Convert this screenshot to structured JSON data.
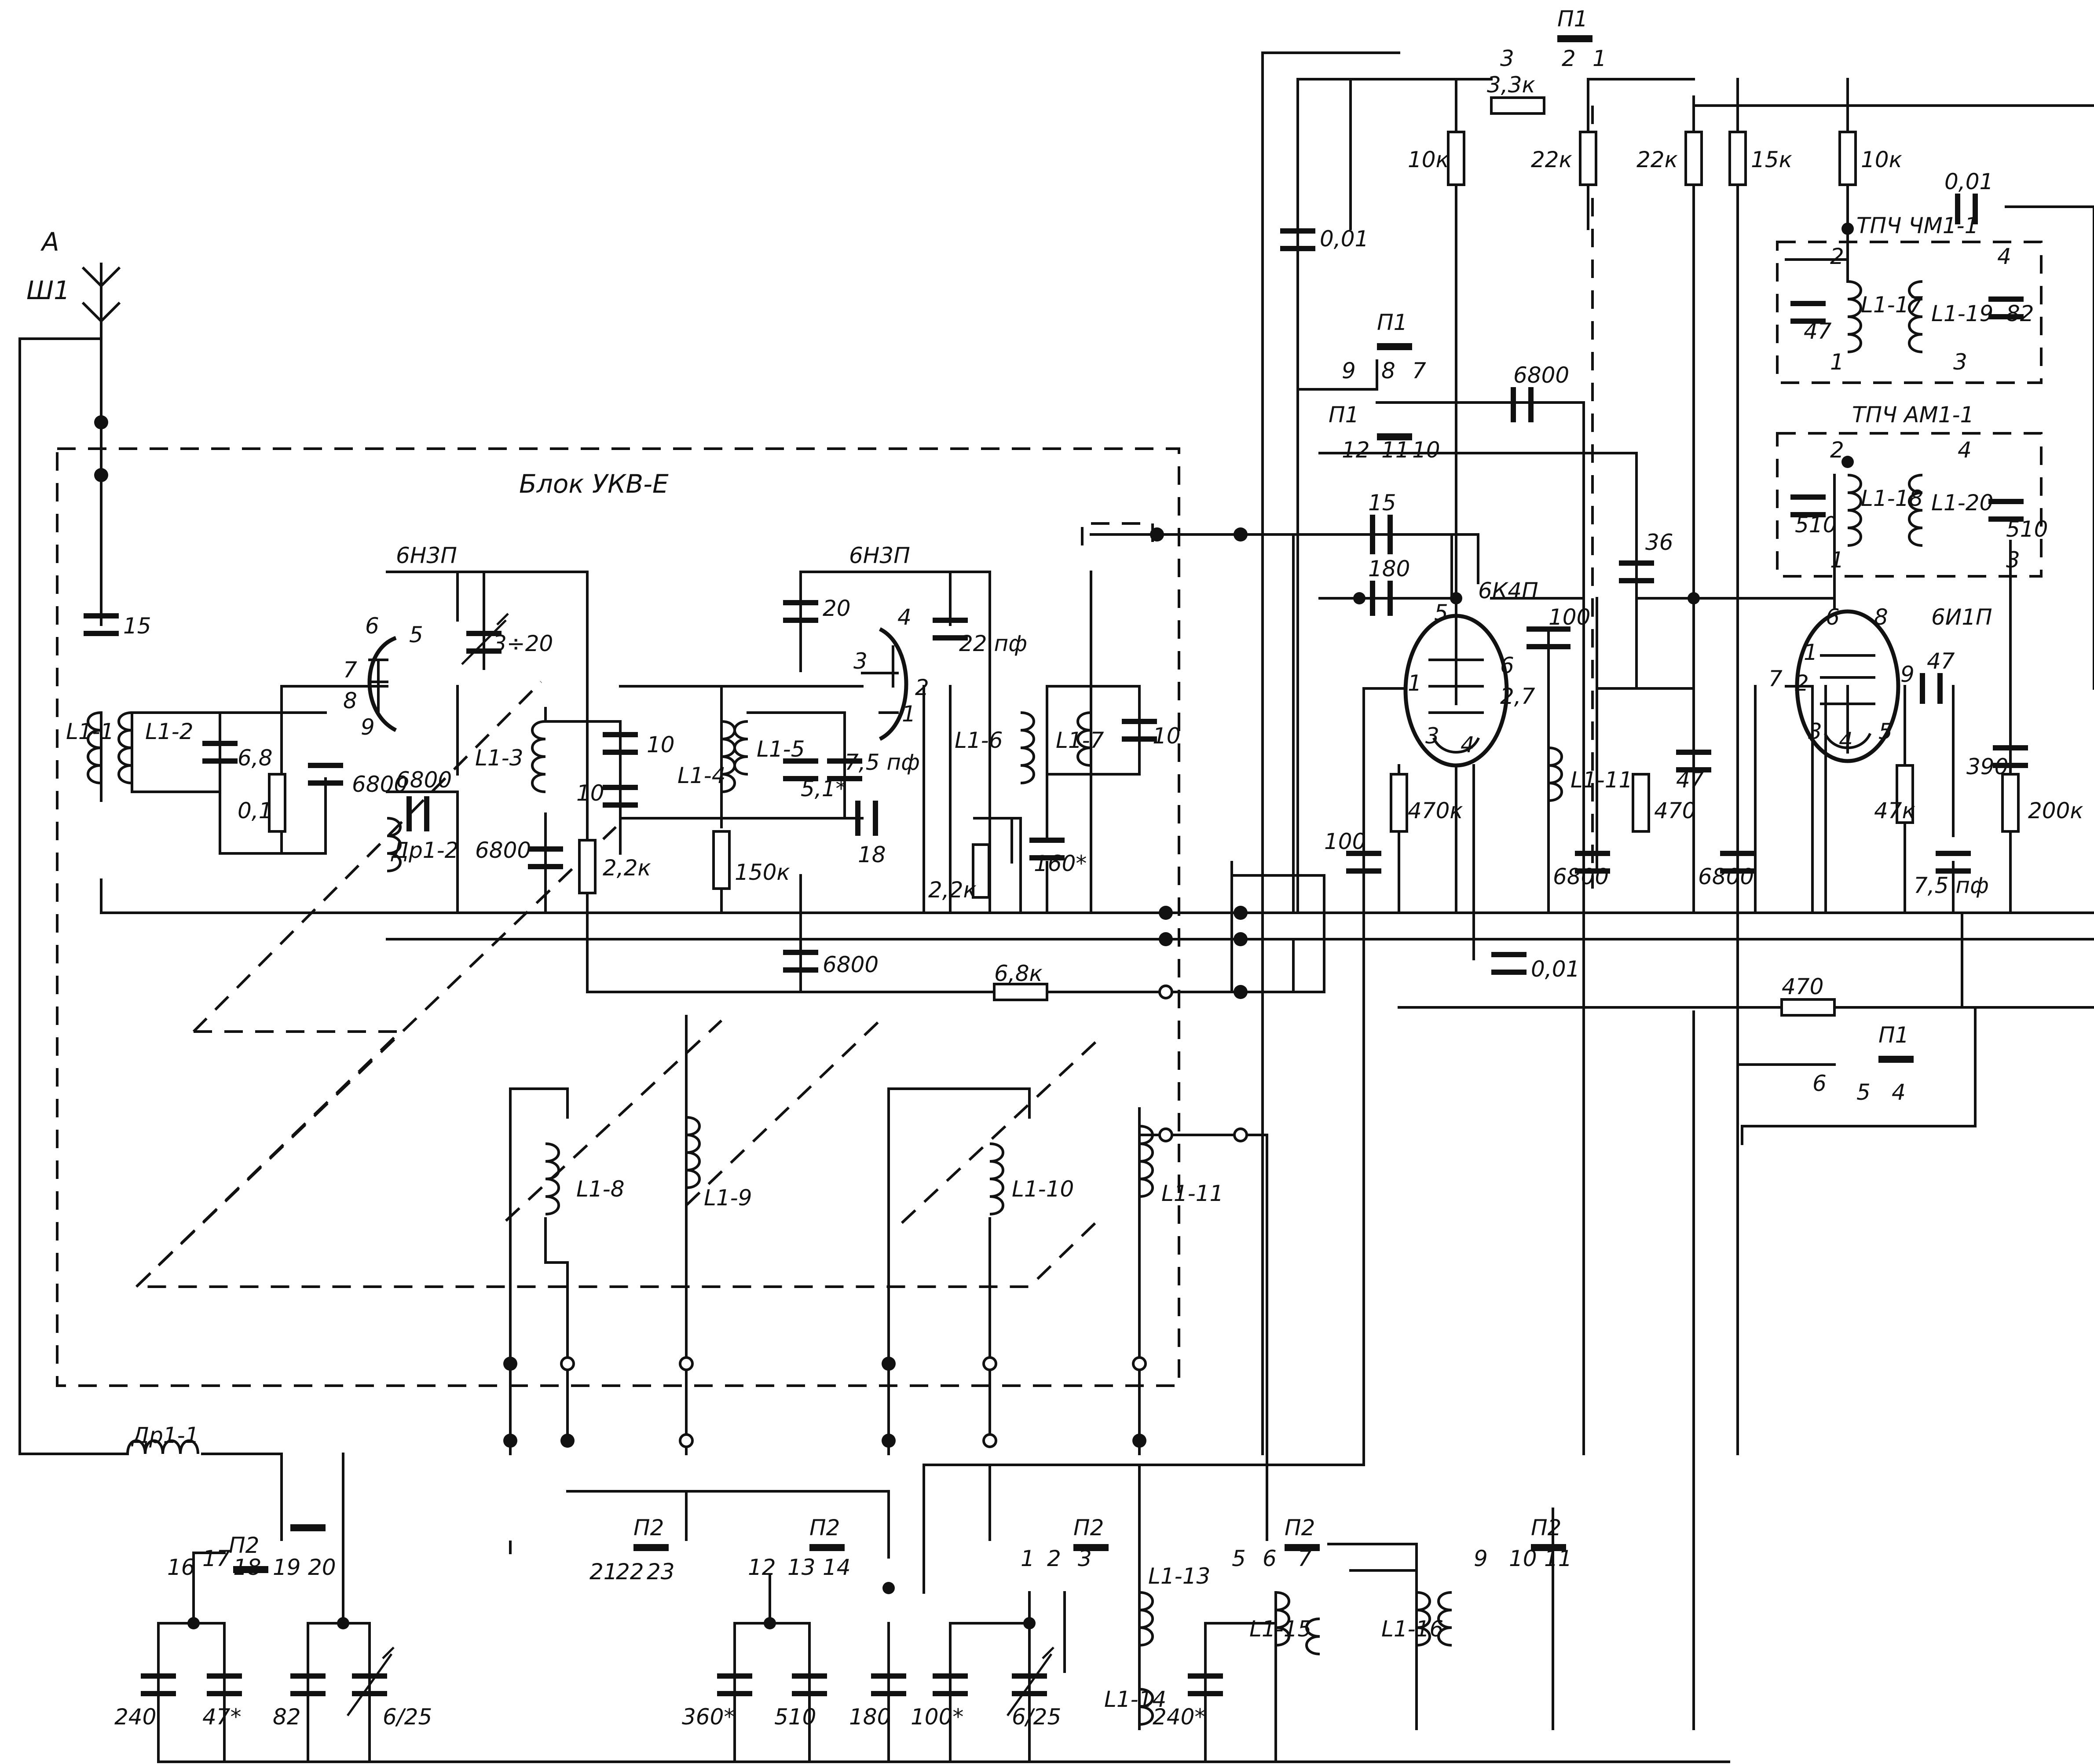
{
  "diagram": {
    "block_label": "Блок УКВ-Е",
    "antenna": {
      "letter": "A",
      "socket": "Ш1"
    },
    "tubes": [
      {
        "id": "v1",
        "type": "6Н3П",
        "pins": [
          "6",
          "5",
          "7",
          "8",
          "9"
        ]
      },
      {
        "id": "v2",
        "type": "6Н3П",
        "pins": [
          "4",
          "3",
          "2",
          "1"
        ]
      },
      {
        "id": "v3",
        "type": "6К4П",
        "pins": [
          "5",
          "1",
          "6",
          "2,7",
          "3",
          "4"
        ]
      },
      {
        "id": "v4",
        "type": "6И1П",
        "pins": [
          "6",
          "8",
          "1",
          "2",
          "7",
          "9",
          "3",
          "4",
          "5"
        ]
      }
    ],
    "coils": [
      "L1-1",
      "L1-2",
      "L1-3",
      "L1-4",
      "L1-5",
      "L1-6",
      "L1-7",
      "L1-8",
      "L1-9",
      "L1-10",
      "L1-11",
      "L1-11",
      "L1-13",
      "L1-14",
      "L1-15",
      "L1-16",
      "L1-17",
      "L1-18",
      "L1-19",
      "L1-20"
    ],
    "chokes": [
      "Др1-1",
      "Др1-2"
    ],
    "capacitors": [
      "15",
      "6,8",
      "6800",
      "6800",
      "6800",
      "3÷20",
      "10",
      "10",
      "20",
      "22 пф",
      "7,5 пф",
      "5,1*",
      "18",
      "160*",
      "10",
      "6800",
      "0,01",
      "15",
      "180",
      "100",
      "36",
      "100",
      "6800",
      "47",
      "6800",
      "0,01",
      "0,01",
      "47",
      "82",
      "510",
      "510",
      "47",
      "390",
      "7,5 пф",
      "240",
      "47*",
      "82",
      "6/25",
      "360*",
      "510",
      "180",
      "100*",
      "6/25",
      "240*"
    ],
    "resistors": [
      "0,1",
      "2,2к",
      "150к",
      "2,2к",
      "6,8к",
      "3,3к",
      "10к",
      "22к",
      "22к",
      "15к",
      "10к",
      "470к",
      "470",
      "47к",
      "200к",
      "470"
    ],
    "transformers": [
      "ТПЧ ЧМ1-1",
      "ТПЧ АМ1-1"
    ],
    "transformer_pins": [
      "2",
      "4",
      "1",
      "3",
      "2",
      "4",
      "1",
      "3"
    ],
    "switches": [
      {
        "name": "П1",
        "contacts": [
          "3",
          "2",
          "1"
        ]
      },
      {
        "name": "П1",
        "contacts": [
          "9",
          "8",
          "7"
        ]
      },
      {
        "name": "П1",
        "contacts": [
          "12",
          "11",
          "10"
        ]
      },
      {
        "name": "П1",
        "contacts": [
          "6",
          "5",
          "4"
        ]
      },
      {
        "name": "П2",
        "contacts": [
          "16",
          "17",
          "18",
          "19",
          "20"
        ]
      },
      {
        "name": "П2",
        "contacts": [
          "21",
          "22",
          "23"
        ]
      },
      {
        "name": "П2",
        "contacts": [
          "12",
          "13",
          "14"
        ]
      },
      {
        "name": "П2",
        "contacts": [
          "1",
          "2",
          "3"
        ]
      },
      {
        "name": "П2",
        "contacts": [
          "5",
          "6",
          "7"
        ]
      },
      {
        "name": "П2",
        "contacts": [
          "9",
          "10",
          "11"
        ]
      }
    ]
  }
}
